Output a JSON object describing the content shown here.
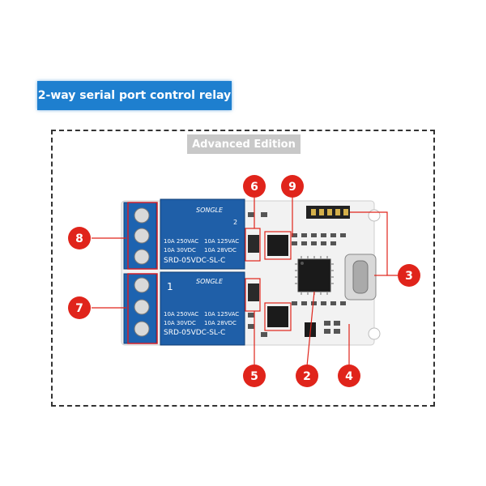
{
  "banner": {
    "title": "2-way serial port control relay"
  },
  "edition": {
    "label": "Advanced Edition"
  },
  "relays": [
    {
      "brand": "SONGLE",
      "spec_left_1": "10A 250VAC",
      "spec_right_1": "10A 125VAC",
      "spec_left_2": "10A 30VDC",
      "spec_right_2": "10A 28VDC",
      "model": "SRD-05VDC-SL-C"
    },
    {
      "brand": "SONGLE",
      "spec_left_1": "10A 250VAC",
      "spec_right_1": "10A 125VAC",
      "spec_left_2": "10A 30VDC",
      "spec_right_2": "10A 28VDC",
      "model": "SRD-05VDC-SL-C"
    }
  ],
  "callouts": [
    "2",
    "3",
    "4",
    "5",
    "6",
    "7",
    "8",
    "9"
  ],
  "relay_marks": [
    "2",
    "1"
  ],
  "colors": {
    "callout": "#e0241b",
    "banner": "#1e7fcf",
    "relay": "#1f5fa8",
    "terminal": "#1d63b0"
  }
}
